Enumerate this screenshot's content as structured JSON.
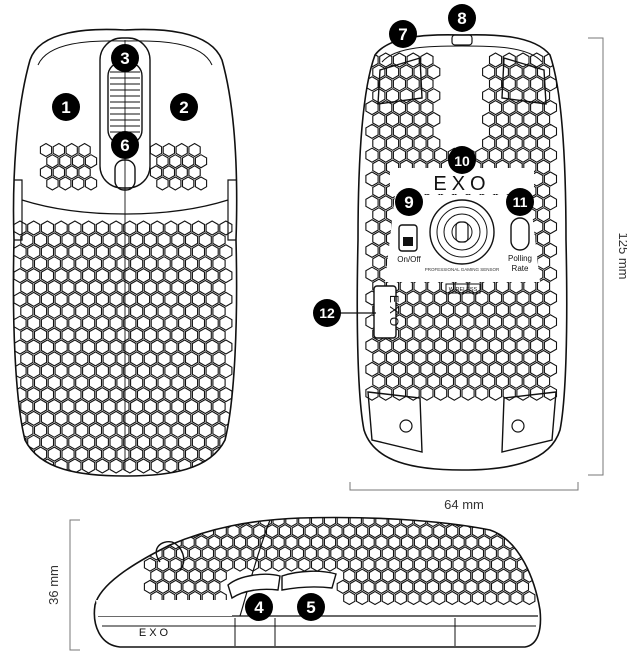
{
  "diagram": {
    "callouts": [
      {
        "id": "1",
        "label": "1"
      },
      {
        "id": "2",
        "label": "2"
      },
      {
        "id": "3",
        "label": "3"
      },
      {
        "id": "4",
        "label": "4"
      },
      {
        "id": "5",
        "label": "5"
      },
      {
        "id": "6",
        "label": "6"
      },
      {
        "id": "7",
        "label": "7"
      },
      {
        "id": "8",
        "label": "8"
      },
      {
        "id": "9",
        "label": "9"
      },
      {
        "id": "10",
        "label": "10"
      },
      {
        "id": "11",
        "label": "11"
      },
      {
        "id": "12",
        "label": "12"
      }
    ],
    "dimensions": {
      "length": "125 mm",
      "width": "64 mm",
      "height": "36 mm"
    },
    "bottom_labels": {
      "power_switch": "On/Off",
      "polling_rate_line1": "Polling",
      "polling_rate_line2": "Rate",
      "brand_logo": "EXO",
      "wireless_badge": "WIRELESS",
      "sensor_ring_text": "PROFESSIONAL GAMING SENSOR"
    },
    "side_logo": "EXO",
    "colors": {
      "ink": "#111111",
      "badge": "#000000",
      "badge_text": "#ffffff",
      "dimension_line": "#777777"
    }
  }
}
